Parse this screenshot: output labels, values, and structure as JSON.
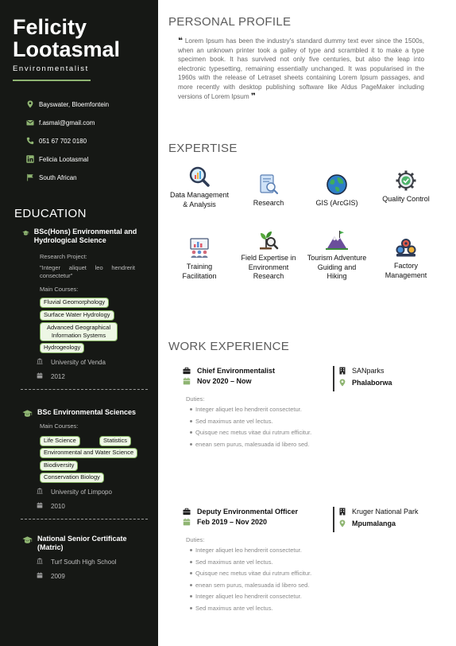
{
  "sidebar": {
    "first_name": "Felicity",
    "last_name": "Lootasmal",
    "role": "Environmentalist",
    "contacts": [
      {
        "icon": "location-icon",
        "text": "Bayswater, Bloemfontein"
      },
      {
        "icon": "email-icon",
        "text": "f.asmal@gmail.com"
      },
      {
        "icon": "phone-icon",
        "text": "051 67 702 0180"
      },
      {
        "icon": "linkedin-icon",
        "text": "Felicia Lootasmal"
      },
      {
        "icon": "flag-icon",
        "text": "South African"
      }
    ],
    "education_title": "EDUCATION",
    "education": [
      {
        "degree": "BSc(Hons) Environmental and Hydrological Science",
        "project_label": "Research Project:",
        "project": "\"Integer aliquet leo hendrerit consectetur\"",
        "courses_label": "Main Courses:",
        "courses": [
          "Fluvial Geomorphology",
          "Surface Water Hydrology",
          "Advanced Geographical Information Systems",
          "Hydrogeology"
        ],
        "institution": "University of Venda",
        "year": "2012"
      },
      {
        "degree": "BSc Environmental Sciences",
        "courses_label": "Main Courses:",
        "courses": [
          "Life Science",
          "Statistics",
          "Environmental and Water Science",
          "Biodiversity",
          "Conservation Biology"
        ],
        "institution": "University of Limpopo",
        "year": "2010"
      },
      {
        "degree": "National Senior Certificate (Matric)",
        "institution": "Turf South High School",
        "year": "2009"
      }
    ]
  },
  "profile": {
    "title": "PERSONAL PROFILE",
    "text": "Lorem Ipsum has been the industry's standard dummy text ever since the 1500s, when an unknown printer took a galley of type and scrambled it to make a type specimen book. It has survived not only five centuries, but also the leap into electronic typesetting, remaining essentially unchanged. It was popularised in the 1960s with the release of Letraset sheets containing Lorem Ipsum passages, and more recently with desktop publishing software like Aldus PageMaker including versions of Lorem Ipsum"
  },
  "expertise": {
    "title": "EXPERTISE",
    "items": [
      {
        "icon": "data-analysis-icon",
        "label": "Data Management & Analysis"
      },
      {
        "icon": "research-icon",
        "label": "Research"
      },
      {
        "icon": "globe-icon",
        "label": "GIS (ArcGIS)"
      },
      {
        "icon": "quality-gear-icon",
        "label": "Quality Control"
      },
      {
        "icon": "training-icon",
        "label": "Training Facilitation"
      },
      {
        "icon": "plant-magnifier-icon",
        "label": "Field Expertise in Environment Research"
      },
      {
        "icon": "mountain-icon",
        "label": "Tourism Adventure Guiding and Hiking"
      },
      {
        "icon": "factory-gears-icon",
        "label": "Factory Management"
      }
    ]
  },
  "work": {
    "title": "WORK EXPERIENCE",
    "jobs": [
      {
        "title": "Chief Environmentalist",
        "dates": "Nov 2020 – Now",
        "org": "SANparks",
        "location": "Phalaborwa",
        "duties_label": "Duties:",
        "duties": [
          "Integer aliquet leo hendrerit consectetur.",
          "Sed maximus ante vel lectus.",
          "Quisque nec metus vitae dui rutrum efficitur.",
          "enean sem purus, malesuada id libero sed."
        ]
      },
      {
        "title": "Deputy Environmental Officer",
        "dates": "Feb 2019 – Nov 2020",
        "org": "Kruger National Park",
        "location": "Mpumalanga",
        "duties_label": "Duties:",
        "duties": [
          "Integer aliquet leo hendrerit consectetur.",
          "Sed maximus ante vel lectus.",
          "Quisque nec metus vitae dui rutrum efficitur.",
          "enean sem purus, malesuada id libero sed.",
          "Integer aliquet leo hendrerit consectetur.",
          "Sed maximus ante vel lectus."
        ]
      }
    ]
  },
  "colors": {
    "sidebar_bg": "#161815",
    "accent_green": "#8fb572",
    "tag_bg": "#eef7e5"
  }
}
